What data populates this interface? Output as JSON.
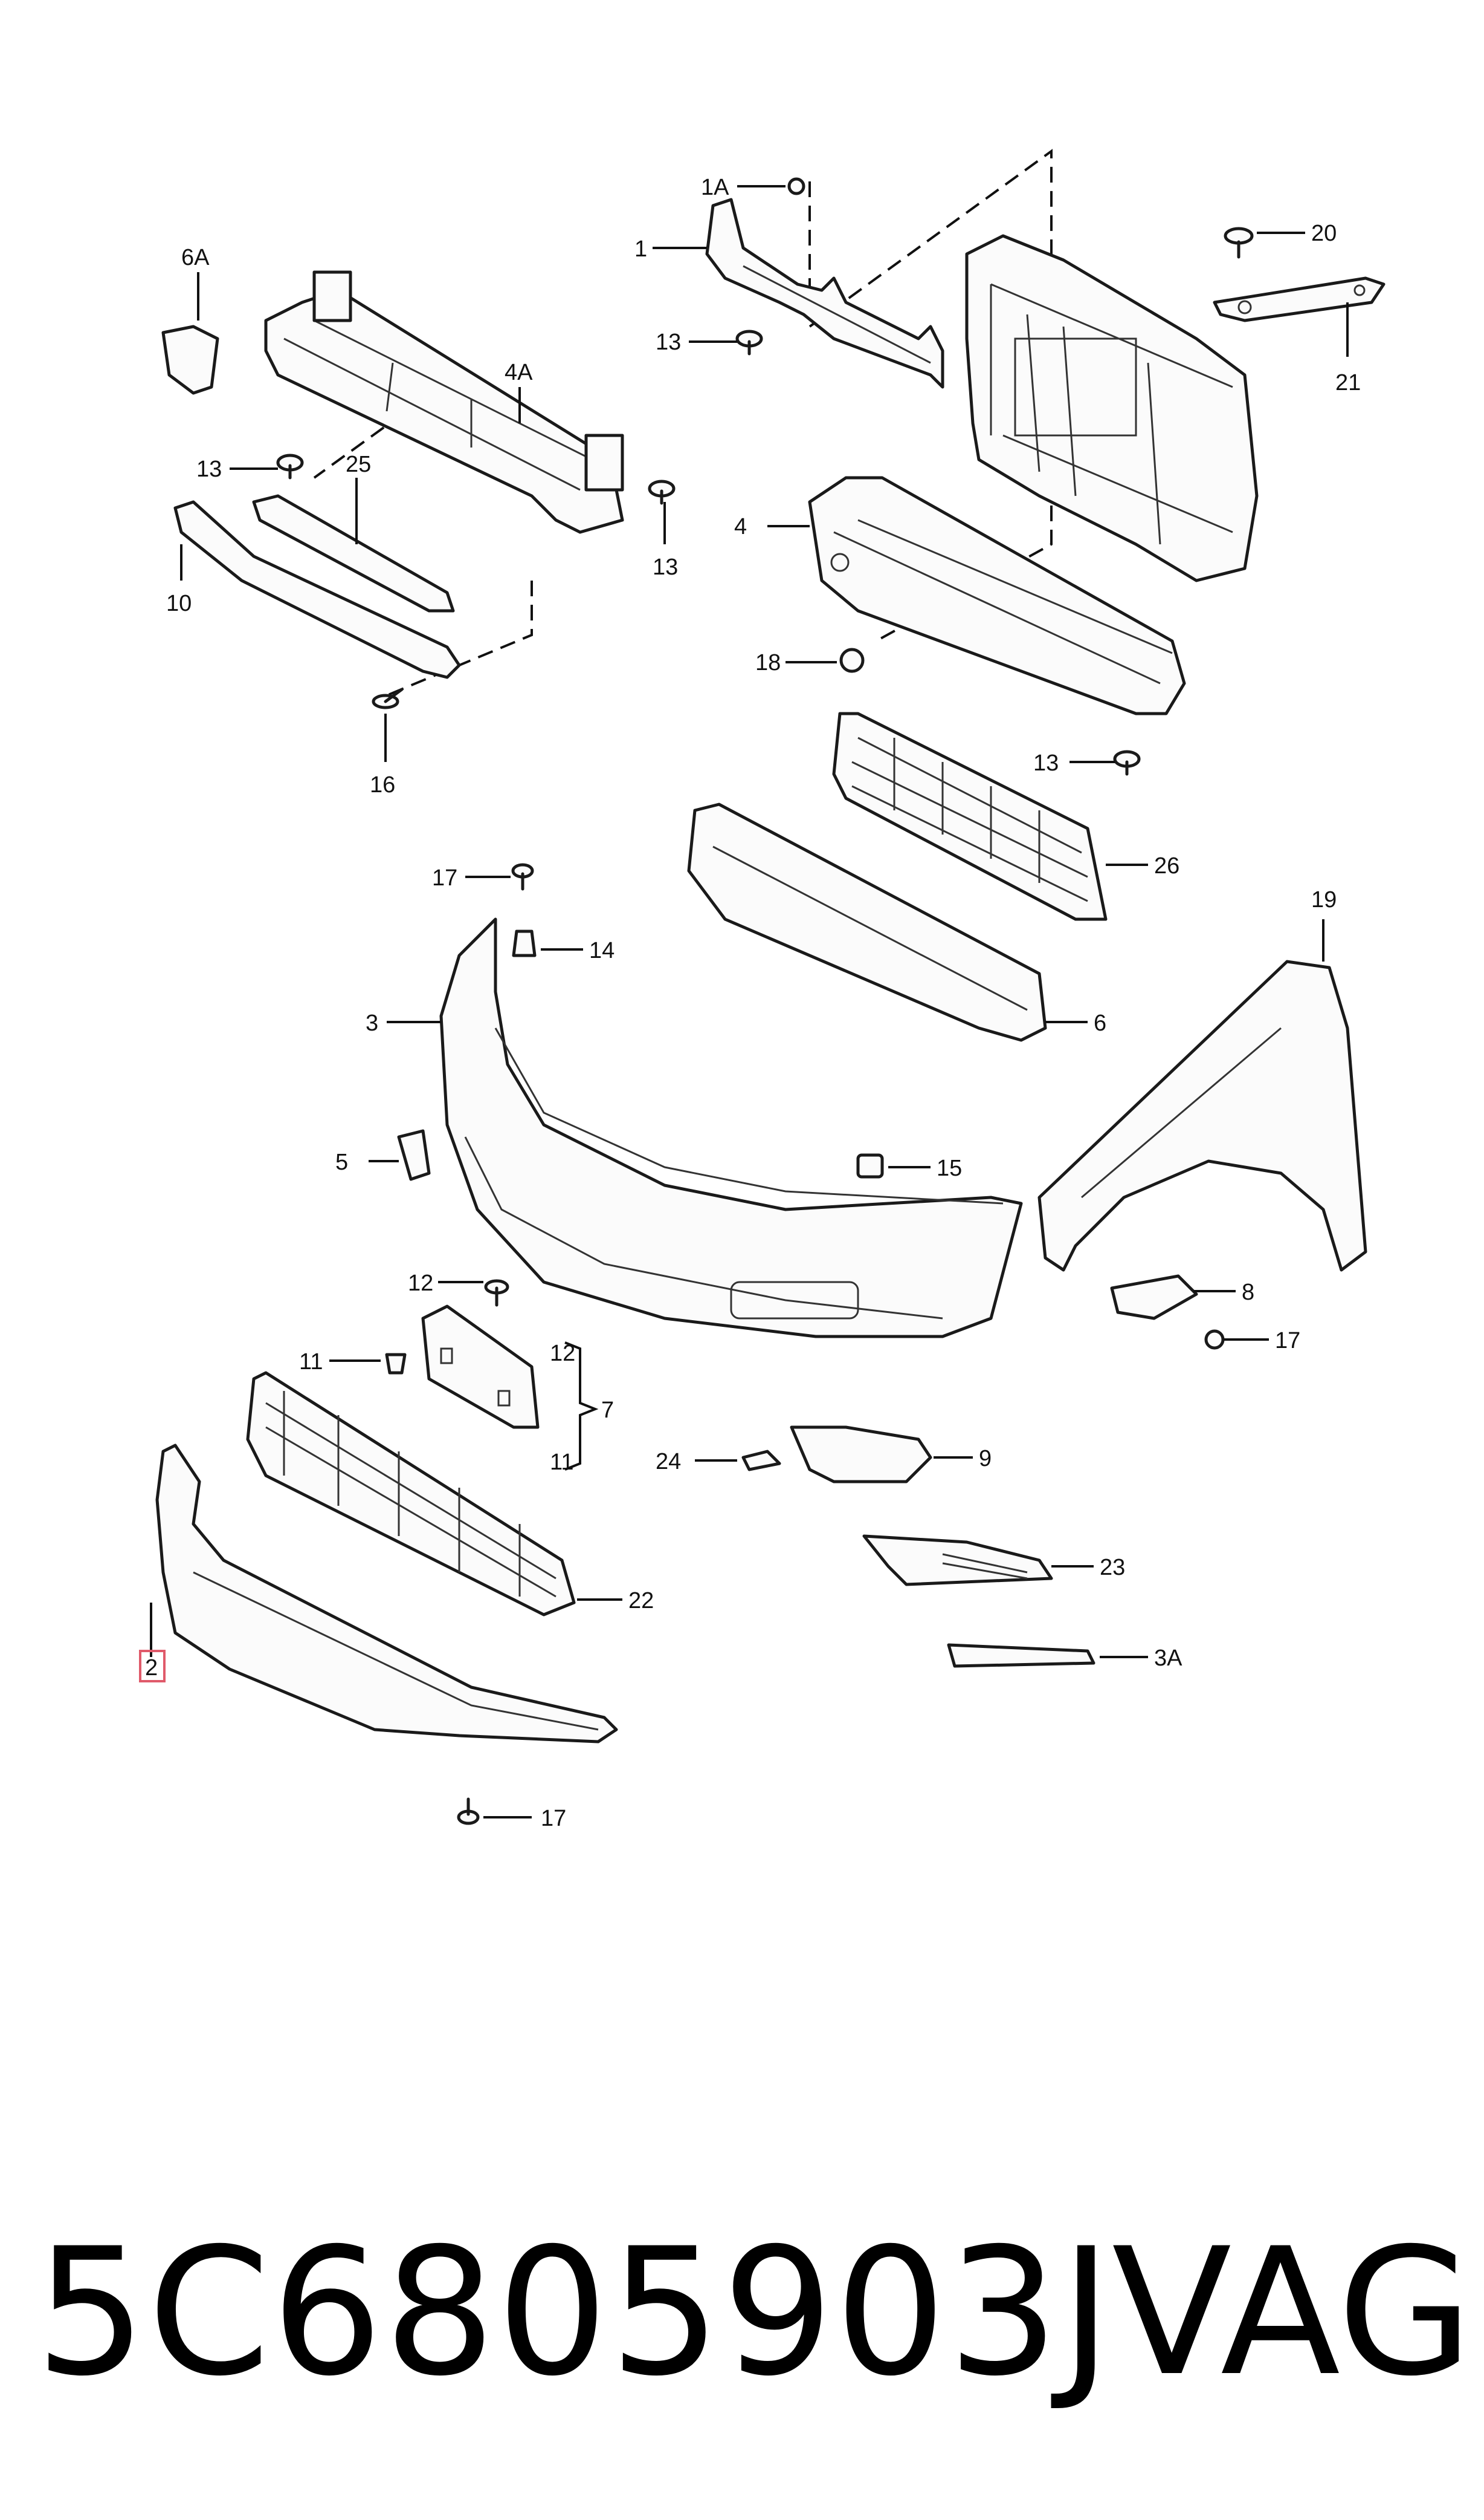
{
  "diagram": {
    "callouts": [
      "1A",
      "1",
      "13",
      "20",
      "21",
      "6A",
      "4A",
      "13",
      "25",
      "13",
      "10",
      "16",
      "4",
      "18",
      "13",
      "26",
      "17",
      "14",
      "19",
      "3",
      "6",
      "5",
      "15",
      "12",
      "8",
      "11",
      "12",
      "7",
      "11",
      "17",
      "24",
      "9",
      "23",
      "22",
      "3A",
      "2",
      "17"
    ],
    "highlighted_callout": "2"
  },
  "footer": {
    "part_number": "5C6805903J",
    "brand": "VAG"
  }
}
